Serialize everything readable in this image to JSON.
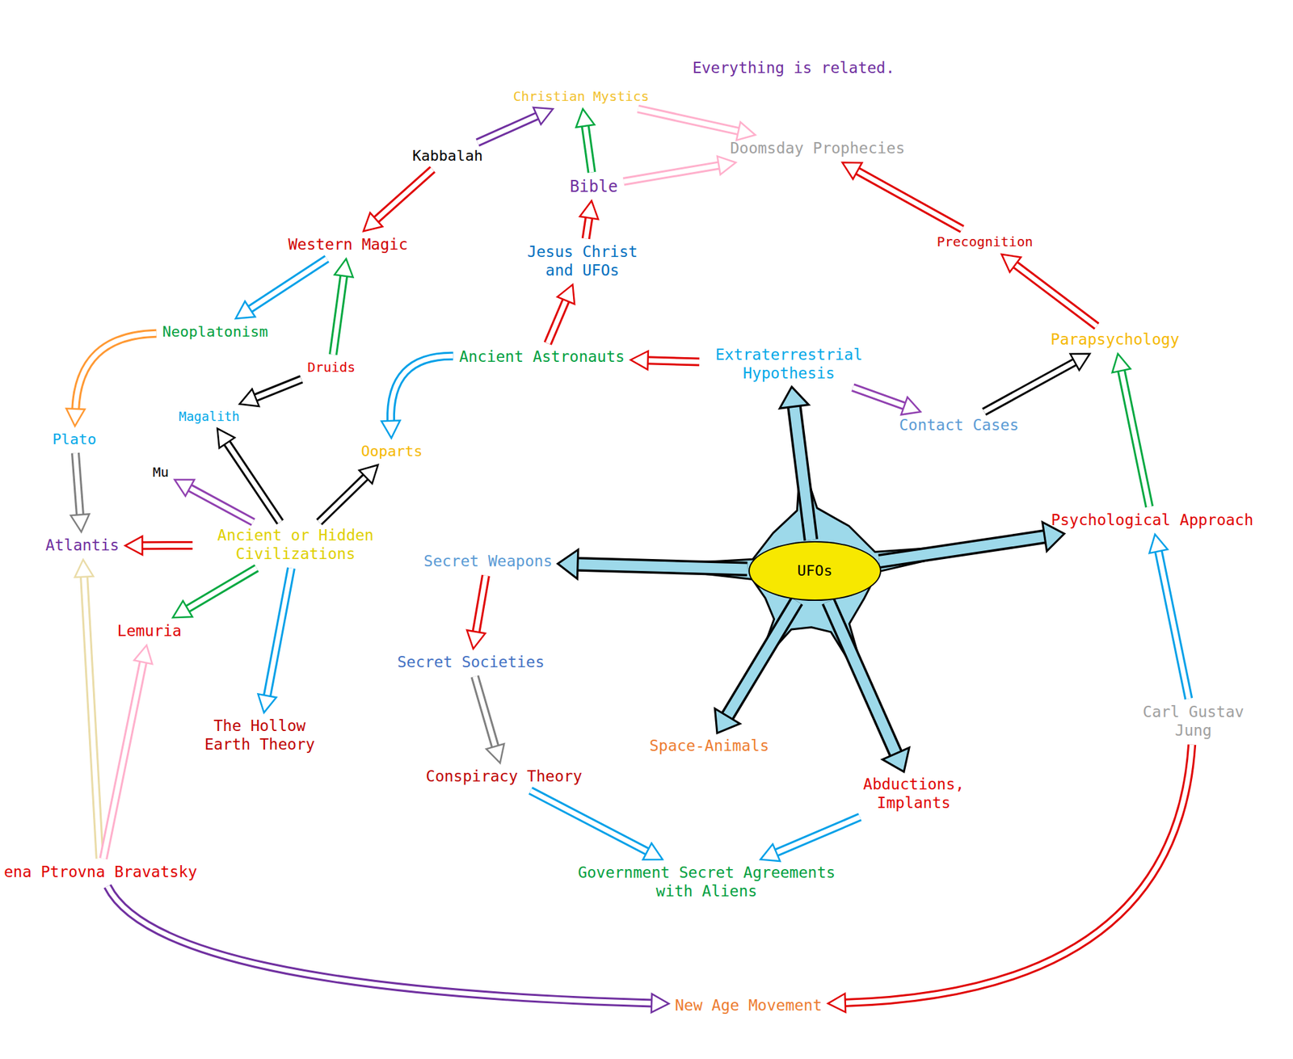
{
  "diagram": {
    "nodes": [
      {
        "text": [
          "Christian Mystics"
        ]
      },
      {
        "text": [
          "Kabbalah"
        ]
      },
      {
        "text": [
          "Doomsday Prophecies"
        ]
      },
      {
        "text": [
          "Bible"
        ]
      },
      {
        "text": [
          "Western Magic"
        ]
      },
      {
        "text": [
          "Jesus Christ and UFOs"
        ]
      },
      {
        "text": [
          "Precognition"
        ]
      },
      {
        "text": [
          "Neoplatonism"
        ]
      },
      {
        "text": [
          "Druids"
        ]
      },
      {
        "text": [
          "Ancient Astronauts"
        ]
      },
      {
        "text": [
          "Extraterrestrial Hypothesis"
        ]
      },
      {
        "text": [
          "Parapsychology"
        ]
      },
      {
        "text": [
          "Magalith"
        ]
      },
      {
        "text": [
          "Contact Cases"
        ]
      },
      {
        "text": [
          "Plato"
        ]
      },
      {
        "text": [
          "Ooparts"
        ]
      },
      {
        "text": [
          "Mu"
        ]
      },
      {
        "text": [
          "Ancient or Hidden Civilizations"
        ]
      },
      {
        "text": [
          "Atlantis"
        ]
      },
      {
        "text": [
          "Secret Weapons"
        ]
      },
      {
        "text": [
          "UFOs"
        ]
      },
      {
        "text": [
          "Psychological Approach"
        ]
      },
      {
        "text": [
          "Lemuria"
        ]
      },
      {
        "text": [
          "Secret Societies"
        ]
      },
      {
        "text": [
          "The Hollow Earth Theory"
        ]
      },
      {
        "text": [
          "Space-Animals"
        ]
      },
      {
        "text": [
          "Conspiracy Theory"
        ]
      },
      {
        "text": [
          "Abductions, Implants"
        ]
      },
      {
        "text": [
          "Carl Gustav Jung"
        ]
      },
      {
        "text": [
          "Government Secret Agreements with Aliens"
        ]
      },
      {
        "text": [
          "ena Ptrovna Bravatsky"
        ]
      },
      {
        "text": [
          "New Age Movement"
        ]
      }
    ],
    "edges": [
      {
        "from": 1,
        "to": 0,
        "arrow": "to"
      },
      {
        "from": 1,
        "to": 4,
        "arrow": "to"
      },
      {
        "from": 0,
        "to": 2,
        "arrow": "to"
      },
      {
        "from": 3,
        "to": 0,
        "arrow": "to"
      },
      {
        "from": 3,
        "to": 2,
        "arrow": "to"
      },
      {
        "from": 5,
        "to": 3,
        "arrow": "to"
      },
      {
        "from": 9,
        "to": 5,
        "arrow": "to"
      },
      {
        "from": 6,
        "to": 2,
        "arrow": "to"
      },
      {
        "from": 11,
        "to": 6,
        "arrow": "to"
      },
      {
        "from": 4,
        "to": 7,
        "arrow": "to"
      },
      {
        "from": 8,
        "to": 4,
        "arrow": "to"
      },
      {
        "from": 7,
        "to": 14,
        "arrow": "to"
      },
      {
        "from": 8,
        "to": 12,
        "arrow": "to"
      },
      {
        "from": 9,
        "to": 15,
        "arrow": "to"
      },
      {
        "from": 10,
        "to": 9,
        "arrow": "to"
      },
      {
        "from": 10,
        "to": 13,
        "arrow": "to"
      },
      {
        "from": 13,
        "to": 11,
        "arrow": "to"
      },
      {
        "from": 21,
        "to": 11,
        "arrow": "to"
      },
      {
        "from": 14,
        "to": 18,
        "arrow": "to"
      },
      {
        "from": 17,
        "to": 12,
        "arrow": "to"
      },
      {
        "from": 17,
        "to": 16,
        "arrow": "to"
      },
      {
        "from": 17,
        "to": 15,
        "arrow": "to"
      },
      {
        "from": 17,
        "to": 18,
        "arrow": "to"
      },
      {
        "from": 17,
        "to": 22,
        "arrow": "to"
      },
      {
        "from": 17,
        "to": 24,
        "arrow": "to"
      },
      {
        "from": 20,
        "to": 19,
        "arrow": "to"
      },
      {
        "from": 20,
        "to": 10,
        "arrow": "to"
      },
      {
        "from": 20,
        "to": 21,
        "arrow": "to"
      },
      {
        "from": 20,
        "to": 25,
        "arrow": "to"
      },
      {
        "from": 20,
        "to": 27,
        "arrow": "to"
      },
      {
        "from": 19,
        "to": 23,
        "arrow": "to"
      },
      {
        "from": 23,
        "to": 26,
        "arrow": "to"
      },
      {
        "from": 26,
        "to": 29,
        "arrow": "to"
      },
      {
        "from": 27,
        "to": 29,
        "arrow": "to"
      },
      {
        "from": 28,
        "to": 21,
        "arrow": "to"
      },
      {
        "from": 28,
        "to": 31,
        "arrow": "to"
      },
      {
        "from": 30,
        "to": 18,
        "arrow": "to"
      },
      {
        "from": 30,
        "to": 22,
        "arrow": "to"
      },
      {
        "from": 30,
        "to": 31,
        "arrow": "to"
      }
    ],
    "labels": [
      "Everything is related."
    ]
  }
}
